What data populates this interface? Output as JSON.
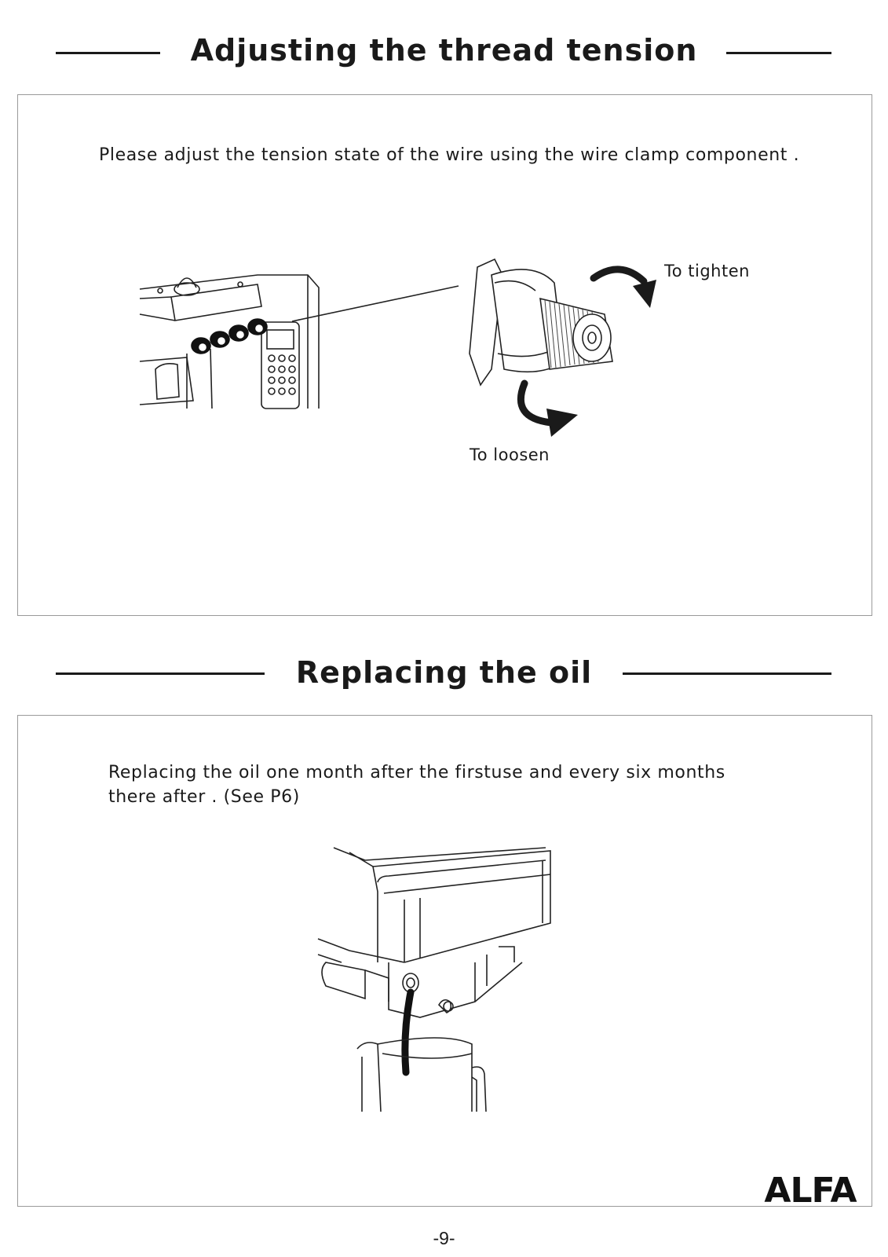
{
  "sections": [
    {
      "title": "Adjusting the thread tension",
      "body": "Please adjust the tension state of the wire using the wire clamp component .",
      "labels": {
        "tighten": "To tighten",
        "loosen": "To loosen"
      }
    },
    {
      "title": "Replacing the oil",
      "body_line1": "Replacing the oil one month after the firstuse and every six months",
      "body_line2": "there after .  (See P6)"
    }
  ],
  "brand": {
    "logo_text": "ALFA"
  },
  "footer": {
    "page_number": "-9-"
  }
}
